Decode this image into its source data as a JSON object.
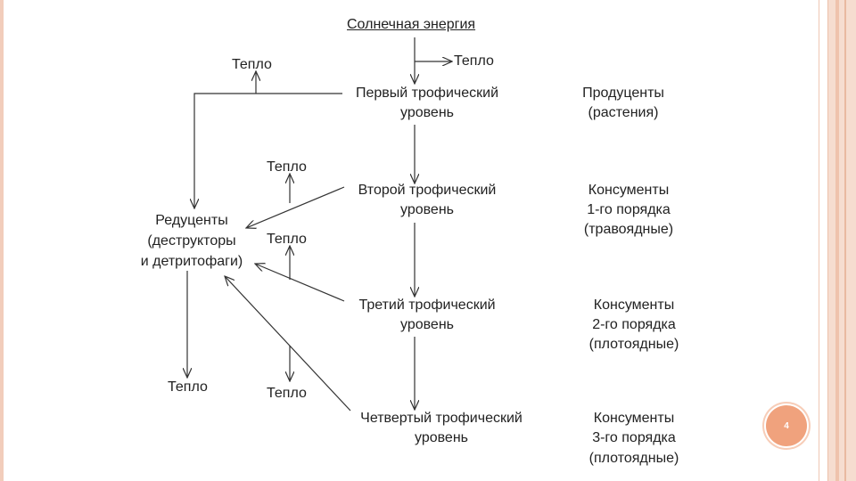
{
  "diagram": {
    "source": "Солнечная энергия",
    "heat": "Тепло",
    "levels": [
      {
        "line1": "Первый трофический",
        "line2": "уровень"
      },
      {
        "line1": "Второй трофический",
        "line2": "уровень"
      },
      {
        "line1": "Третий трофический",
        "line2": "уровень"
      },
      {
        "line1": "Четвертый трофический",
        "line2": "уровень"
      }
    ],
    "roles": [
      {
        "line1": "Продуценты",
        "line2": "(растения)"
      },
      {
        "line1": "Консументы",
        "line2": "1-го порядка",
        "line3": "(травоядные)"
      },
      {
        "line1": "Консументы",
        "line2": "2-го порядка",
        "line3": "(плотоядные)"
      },
      {
        "line1": "Консументы",
        "line2": "3-го порядка",
        "line3": "(плотоядные)"
      }
    ],
    "reducers": {
      "line1": "Редуценты",
      "line2": "(деструкторы",
      "line3": "и детритофаги)"
    }
  },
  "slide": {
    "page_number": "4",
    "accent_color": "#f0a27d"
  }
}
